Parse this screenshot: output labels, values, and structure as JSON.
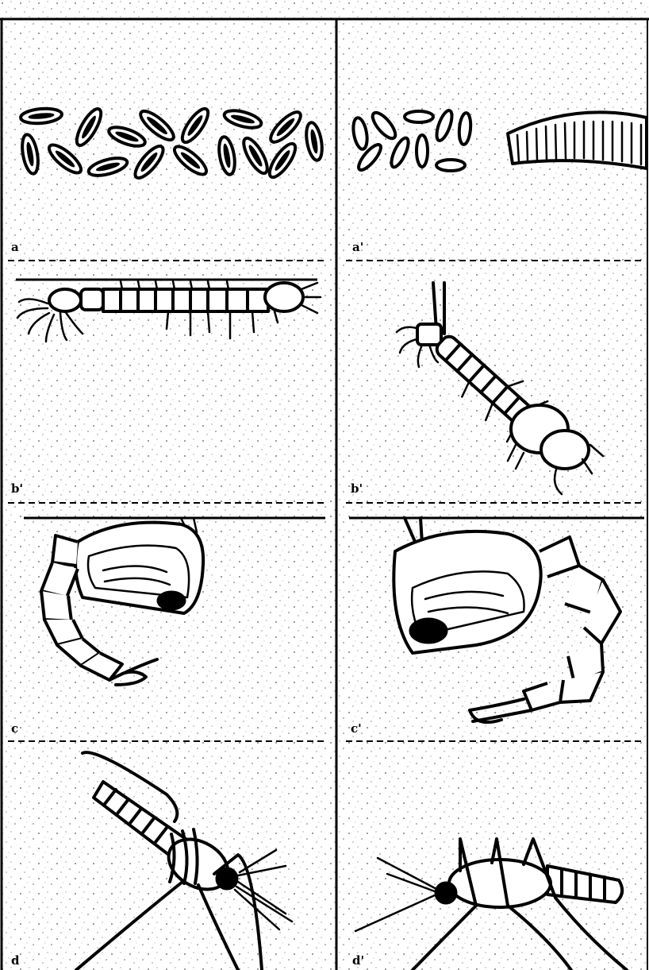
{
  "panels": {
    "a1": {
      "label": "a"
    },
    "a2": {
      "label": "a'"
    },
    "b1": {
      "label": "b'"
    },
    "b2": {
      "label": "b'"
    },
    "c1": {
      "label": "c"
    },
    "c2": {
      "label": "c'"
    },
    "d1": {
      "label": "d"
    },
    "d2": {
      "label": "d'"
    }
  }
}
